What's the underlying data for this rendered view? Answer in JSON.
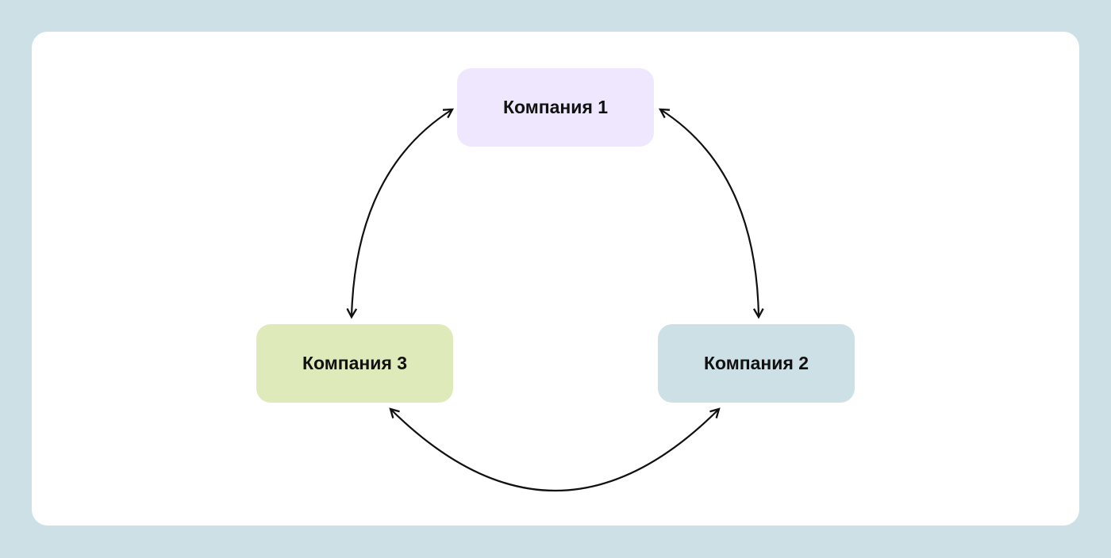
{
  "nodes": [
    {
      "label": "Компания 1",
      "color": "#efe7fd"
    },
    {
      "label": "Компания 2",
      "color": "#cde0e6"
    },
    {
      "label": "Компания 3",
      "color": "#dfeabb"
    }
  ],
  "edges": [
    {
      "from": "Компания 1",
      "to": "Компания 2",
      "bidirectional": true
    },
    {
      "from": "Компания 2",
      "to": "Компания 3",
      "bidirectional": true
    },
    {
      "from": "Компания 3",
      "to": "Компания 1",
      "bidirectional": true
    }
  ]
}
